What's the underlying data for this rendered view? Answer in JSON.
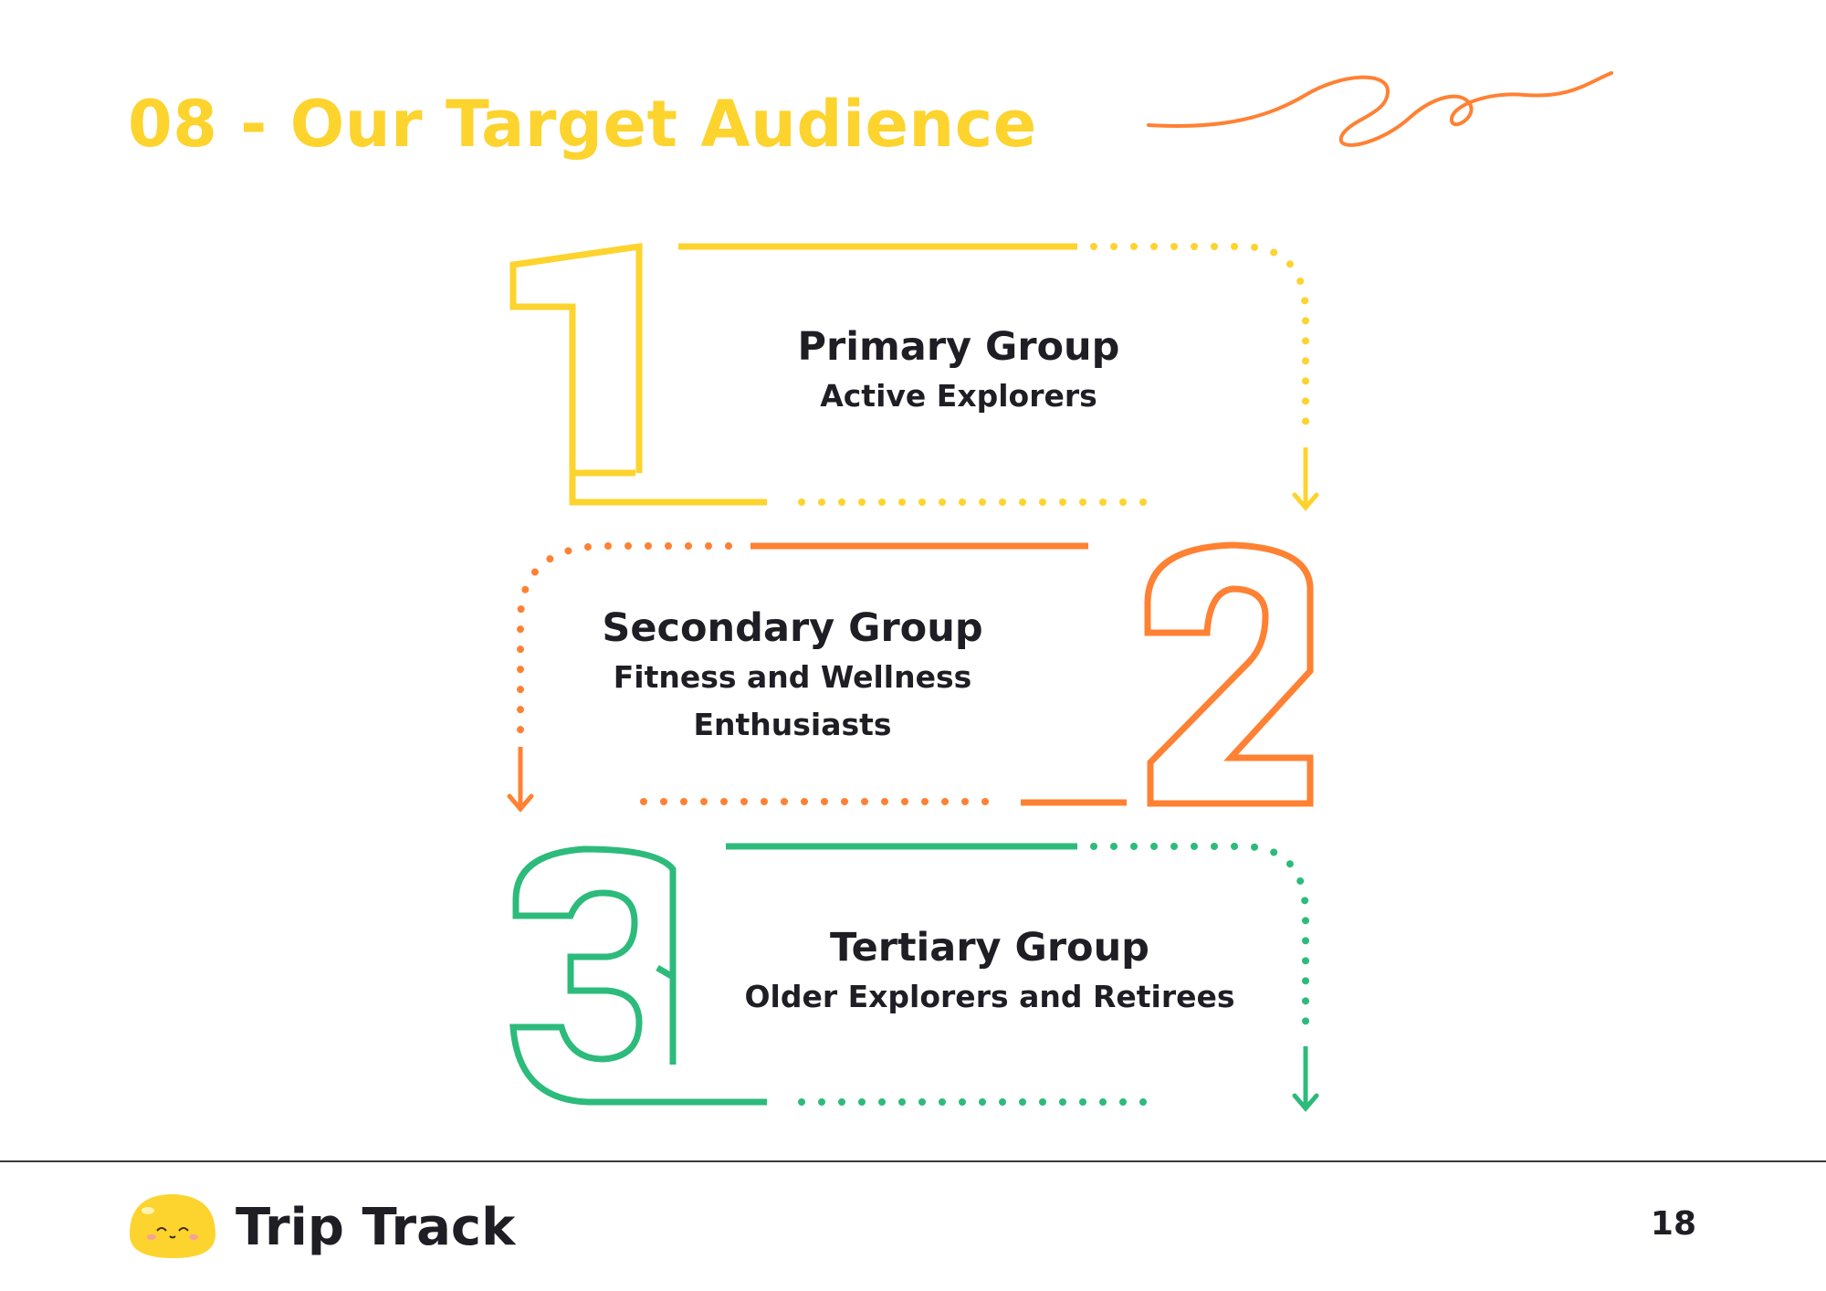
{
  "page": {
    "title": "08 - Our Target Audience"
  },
  "colors": {
    "title": "#FDD32E",
    "step1": "#FDD32E",
    "step2": "#FF8133",
    "step3": "#2DBB7B",
    "text": "#1E1E24",
    "doodle": "#FF8133",
    "mascot": "#FDD32E"
  },
  "groups": [
    {
      "number": "1",
      "name": "Primary Group",
      "lines": [
        "Active Explorers"
      ]
    },
    {
      "number": "2",
      "name": "Secondary Group",
      "lines": [
        "Fitness and Wellness",
        "Enthusiasts"
      ]
    },
    {
      "number": "3",
      "name": "Tertiary Group",
      "lines": [
        "Older Explorers and Retirees"
      ]
    }
  ],
  "icons": {
    "doodle": "squiggle-line-icon",
    "mascot": "smiling-blob-mascot-icon"
  },
  "footer": {
    "brand": "Trip Track",
    "page_number": "18"
  }
}
